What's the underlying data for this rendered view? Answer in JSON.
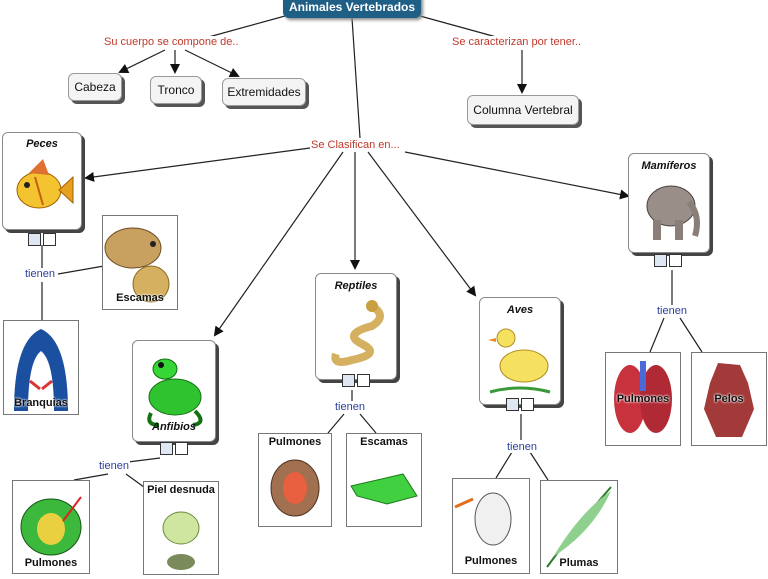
{
  "root": "Animales Vertebrados",
  "links": {
    "compose": "Su cuerpo se compone de..",
    "characterize": "Se caracterizan por tener..",
    "classify": "Se Clasifican en..."
  },
  "parts": [
    "Cabeza",
    "Tronco",
    "Extremidades"
  ],
  "characteristic": "Columna Vertebral",
  "groups": {
    "peces": {
      "title": "Peces",
      "verb": "tienen",
      "features": [
        "Escamas",
        "Branquias"
      ]
    },
    "anfibios": {
      "title": "Anfibios",
      "verb": "tienen",
      "features": [
        "Pulmones",
        "Piel desnuda"
      ]
    },
    "reptiles": {
      "title": "Reptiles",
      "verb": "tienen",
      "features": [
        "Pulmones",
        "Escamas"
      ]
    },
    "aves": {
      "title": "Aves",
      "verb": "tienen",
      "features": [
        "Pulmones",
        "Plumas"
      ]
    },
    "mamiferos": {
      "title": "Mamíferos",
      "verb": "tienen",
      "features": [
        "Pulmones",
        "Pelos"
      ]
    }
  },
  "colors": {
    "root_bg": "#1f5f86",
    "link_red": "#c0392b",
    "link_blue": "#2a3f9d"
  }
}
